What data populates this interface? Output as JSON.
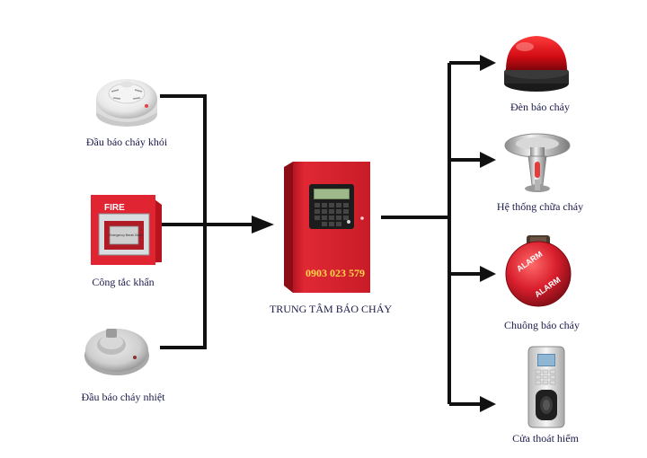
{
  "inputs": [
    {
      "id": "smoke",
      "label": "Đầu báo cháy khói",
      "icon": "smoke-detector-icon"
    },
    {
      "id": "callpoint",
      "label": "Công tắc khẩn",
      "icon": "manual-call-point-icon",
      "device_text": "FIRE"
    },
    {
      "id": "heat",
      "label": "Đầu báo cháy nhiệt",
      "icon": "heat-detector-icon"
    }
  ],
  "panel": {
    "label": "TRUNG TÂM BÁO CHÁY",
    "phone": "0903 023 579",
    "icon": "fire-alarm-control-panel-icon",
    "color": "#d81e2c"
  },
  "outputs": [
    {
      "id": "strobe",
      "label": "Đèn báo cháy",
      "icon": "strobe-light-icon"
    },
    {
      "id": "sprinkler",
      "label": "Hệ  thống chữa cháy",
      "icon": "sprinkler-icon"
    },
    {
      "id": "bell",
      "label": "Chuông báo cháy",
      "icon": "alarm-bell-icon",
      "device_text": "ALARM"
    },
    {
      "id": "door",
      "label": "Cửa thoát hiểm",
      "icon": "door-access-reader-icon"
    }
  ],
  "colors": {
    "connector": "#111111",
    "label": "#1a1a4a",
    "device_red": "#d81e2c"
  }
}
